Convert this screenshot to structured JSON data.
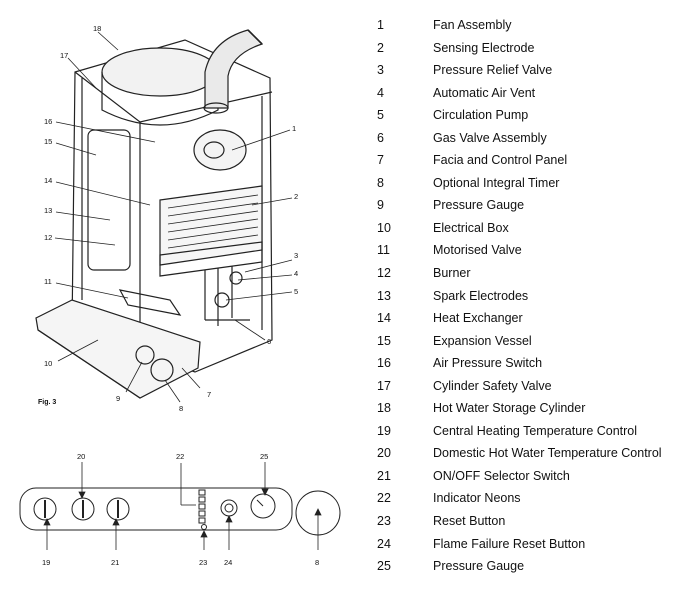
{
  "figure": {
    "caption": "Fig. 3",
    "callouts": [
      "1",
      "2",
      "3",
      "4",
      "5",
      "6",
      "7",
      "8",
      "9",
      "10",
      "11",
      "12",
      "13",
      "14",
      "15",
      "16",
      "17",
      "18"
    ],
    "panel_callouts": [
      "19",
      "20",
      "21",
      "22",
      "23",
      "24",
      "25",
      "8"
    ]
  },
  "legend": [
    {
      "num": "1",
      "label": "Fan Assembly"
    },
    {
      "num": "2",
      "label": "Sensing Electrode"
    },
    {
      "num": "3",
      "label": "Pressure Relief Valve"
    },
    {
      "num": "4",
      "label": "Automatic Air Vent"
    },
    {
      "num": "5",
      "label": "Circulation Pump"
    },
    {
      "num": "6",
      "label": "Gas Valve Assembly"
    },
    {
      "num": "7",
      "label": "Facia and Control Panel"
    },
    {
      "num": "8",
      "label": "Optional Integral Timer"
    },
    {
      "num": "9",
      "label": "Pressure Gauge"
    },
    {
      "num": "10",
      "label": "Electrical Box"
    },
    {
      "num": "11",
      "label": "Motorised Valve"
    },
    {
      "num": "12",
      "label": "Burner"
    },
    {
      "num": "13",
      "label": "Spark Electrodes"
    },
    {
      "num": "14",
      "label": "Heat Exchanger"
    },
    {
      "num": "15",
      "label": "Expansion Vessel"
    },
    {
      "num": "16",
      "label": "Air Pressure Switch"
    },
    {
      "num": "17",
      "label": "Cylinder Safety Valve"
    },
    {
      "num": "18",
      "label": "Hot Water Storage Cylinder"
    },
    {
      "num": "19",
      "label": "Central Heating Temperature Control"
    },
    {
      "num": "20",
      "label": "Domestic Hot Water Temperature Control"
    },
    {
      "num": "21",
      "label": "ON/OFF Selector Switch"
    },
    {
      "num": "22",
      "label": "Indicator Neons"
    },
    {
      "num": "23",
      "label": "Reset Button"
    },
    {
      "num": "24",
      "label": "Flame Failure Reset Button"
    },
    {
      "num": "25",
      "label": "Pressure Gauge"
    }
  ]
}
